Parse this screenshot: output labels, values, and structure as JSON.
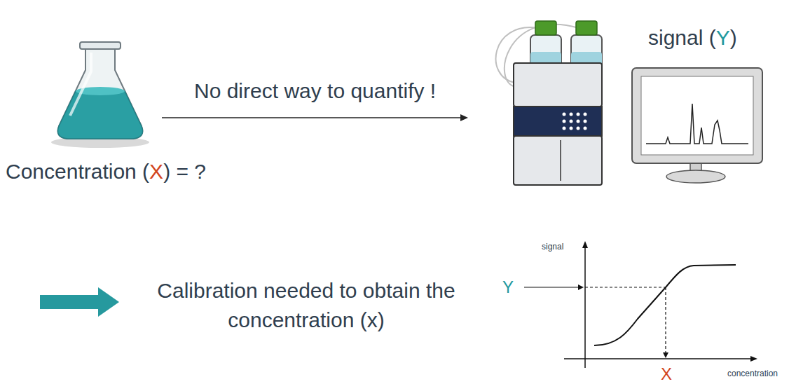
{
  "diagram": {
    "nodes": [
      {
        "text": [
          "Concentration (X) = ?"
        ]
      },
      {
        "text": [
          "signal (Y)"
        ]
      }
    ],
    "edges": [
      {
        "from": 0,
        "to": 1,
        "arrow": "to",
        "label": "No direct way to quantify !"
      }
    ],
    "labels": [
      "Calibration needed to obtain the concentration (x)",
      "signal",
      "concentration",
      "Y",
      "X"
    ]
  }
}
